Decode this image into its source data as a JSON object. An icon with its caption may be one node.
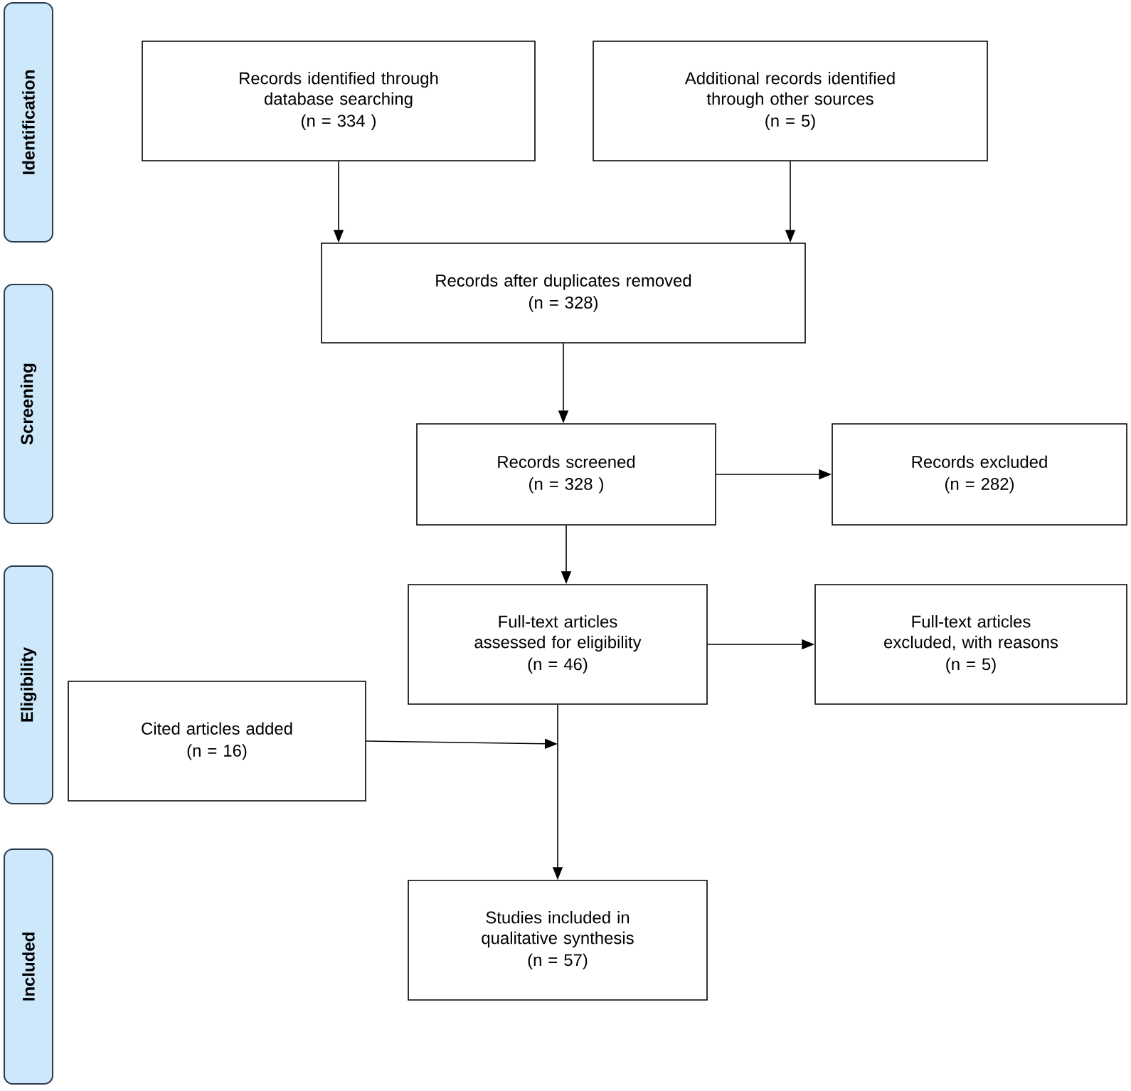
{
  "diagram": {
    "nodes": [
      {
        "text": [
          "Identification"
        ]
      },
      {
        "text": [
          "Screening"
        ]
      },
      {
        "text": [
          "Eligibility"
        ]
      },
      {
        "text": [
          "Included"
        ]
      },
      {
        "text": [
          "Records identified through database searching",
          "(n = 334 )"
        ]
      },
      {
        "text": [
          "Additional records identified through other sources",
          "(n = 5)"
        ]
      },
      {
        "text": [
          "Records after duplicates removed",
          "(n = 328)"
        ]
      },
      {
        "text": [
          "Records screened",
          "(n = 328 )"
        ]
      },
      {
        "text": [
          "Records excluded",
          "(n = 282)"
        ]
      },
      {
        "text": [
          "Full-text articles assessed for eligibility",
          "(n = 46)"
        ]
      },
      {
        "text": [
          "Full-text articles excluded, with reasons",
          "(n = 5)"
        ]
      },
      {
        "text": [
          "Cited articles added",
          "(n = 16)"
        ]
      },
      {
        "text": [
          "Studies included in qualitative synthesis",
          "(n = 57)"
        ]
      }
    ],
    "edges": [
      {
        "from": 4,
        "to": 6,
        "arrow": "to"
      },
      {
        "from": 5,
        "to": 6,
        "arrow": "to"
      },
      {
        "from": 6,
        "to": 7,
        "arrow": "to"
      },
      {
        "from": 7,
        "to": 8,
        "arrow": "to"
      },
      {
        "from": 7,
        "to": 9,
        "arrow": "to"
      },
      {
        "from": 9,
        "to": 10,
        "arrow": "to"
      },
      {
        "from": 9,
        "to": 12,
        "arrow": "to"
      },
      {
        "from": 11,
        "to": null,
        "arrow": "to"
      }
    ]
  }
}
